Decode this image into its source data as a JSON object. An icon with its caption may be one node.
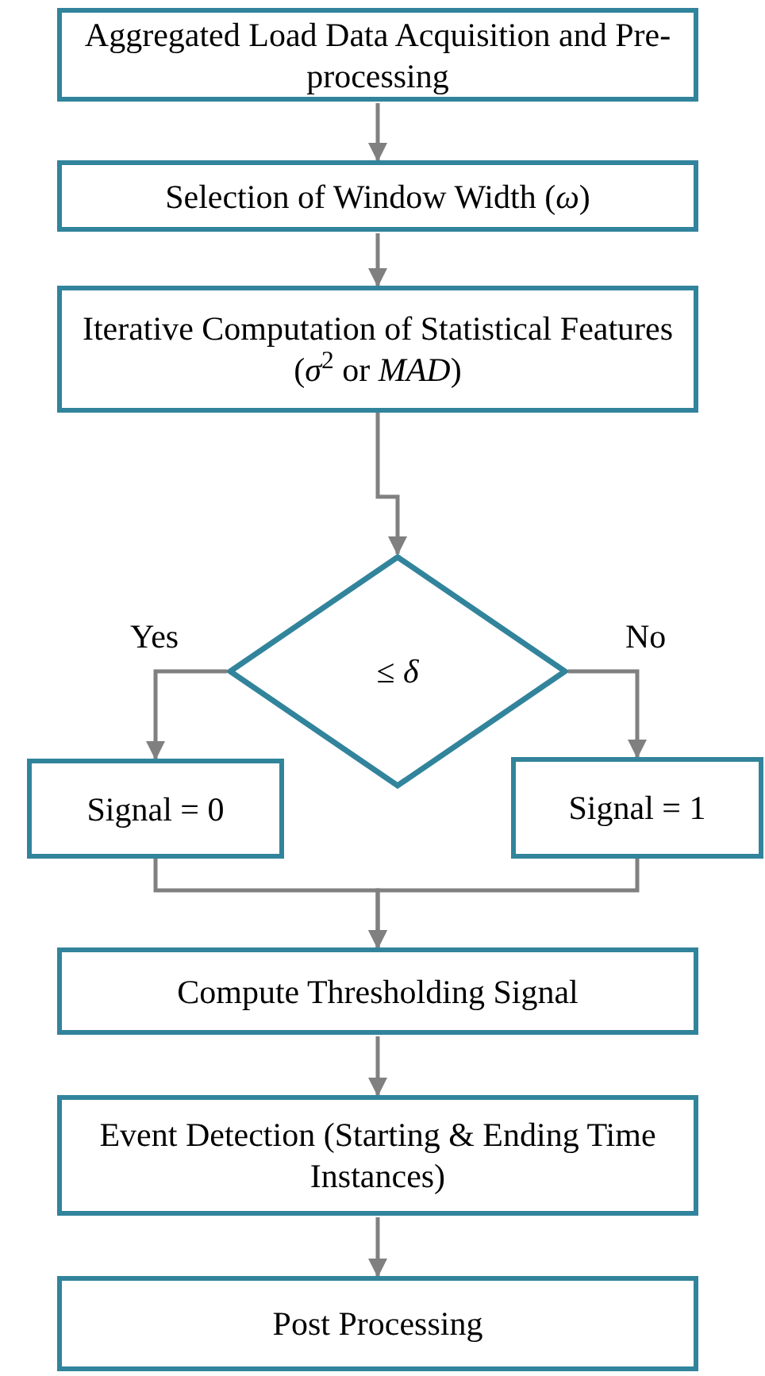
{
  "diagram": {
    "nodes": [
      {
        "text": [
          "Aggregated Load Data Acquisition and Pre-processing"
        ]
      },
      {
        "text": [
          "Selection of Window Width (*ω*)"
        ]
      },
      {
        "text": [
          "Iterative Computation of Statistical Features (*σ*$^{2}$ or *MAD*)"
        ]
      },
      {
        "text": [
          "≤ *δ*"
        ]
      },
      {
        "text": [
          "Signal = 0"
        ]
      },
      {
        "text": [
          "Signal = 1"
        ]
      },
      {
        "text": [
          "Compute Thresholding Signal"
        ]
      },
      {
        "text": [
          "Event Detection (Starting & Ending Time Instances)"
        ]
      },
      {
        "text": [
          "Post Processing"
        ]
      }
    ],
    "edges": [
      {
        "from": 0,
        "to": 1,
        "arrow": "to"
      },
      {
        "from": 1,
        "to": 2,
        "arrow": "to"
      },
      {
        "from": 2,
        "to": 3,
        "arrow": "to"
      },
      {
        "from": 3,
        "to": 4,
        "arrow": "to",
        "label": "Yes"
      },
      {
        "from": 3,
        "to": 5,
        "arrow": "to",
        "label": "No"
      },
      {
        "from": 4,
        "to": 6,
        "arrow": "to"
      },
      {
        "from": 5,
        "to": 6,
        "arrow": "to"
      },
      {
        "from": 6,
        "to": 7,
        "arrow": "to"
      },
      {
        "from": 7,
        "to": 8,
        "arrow": "to"
      }
    ]
  }
}
